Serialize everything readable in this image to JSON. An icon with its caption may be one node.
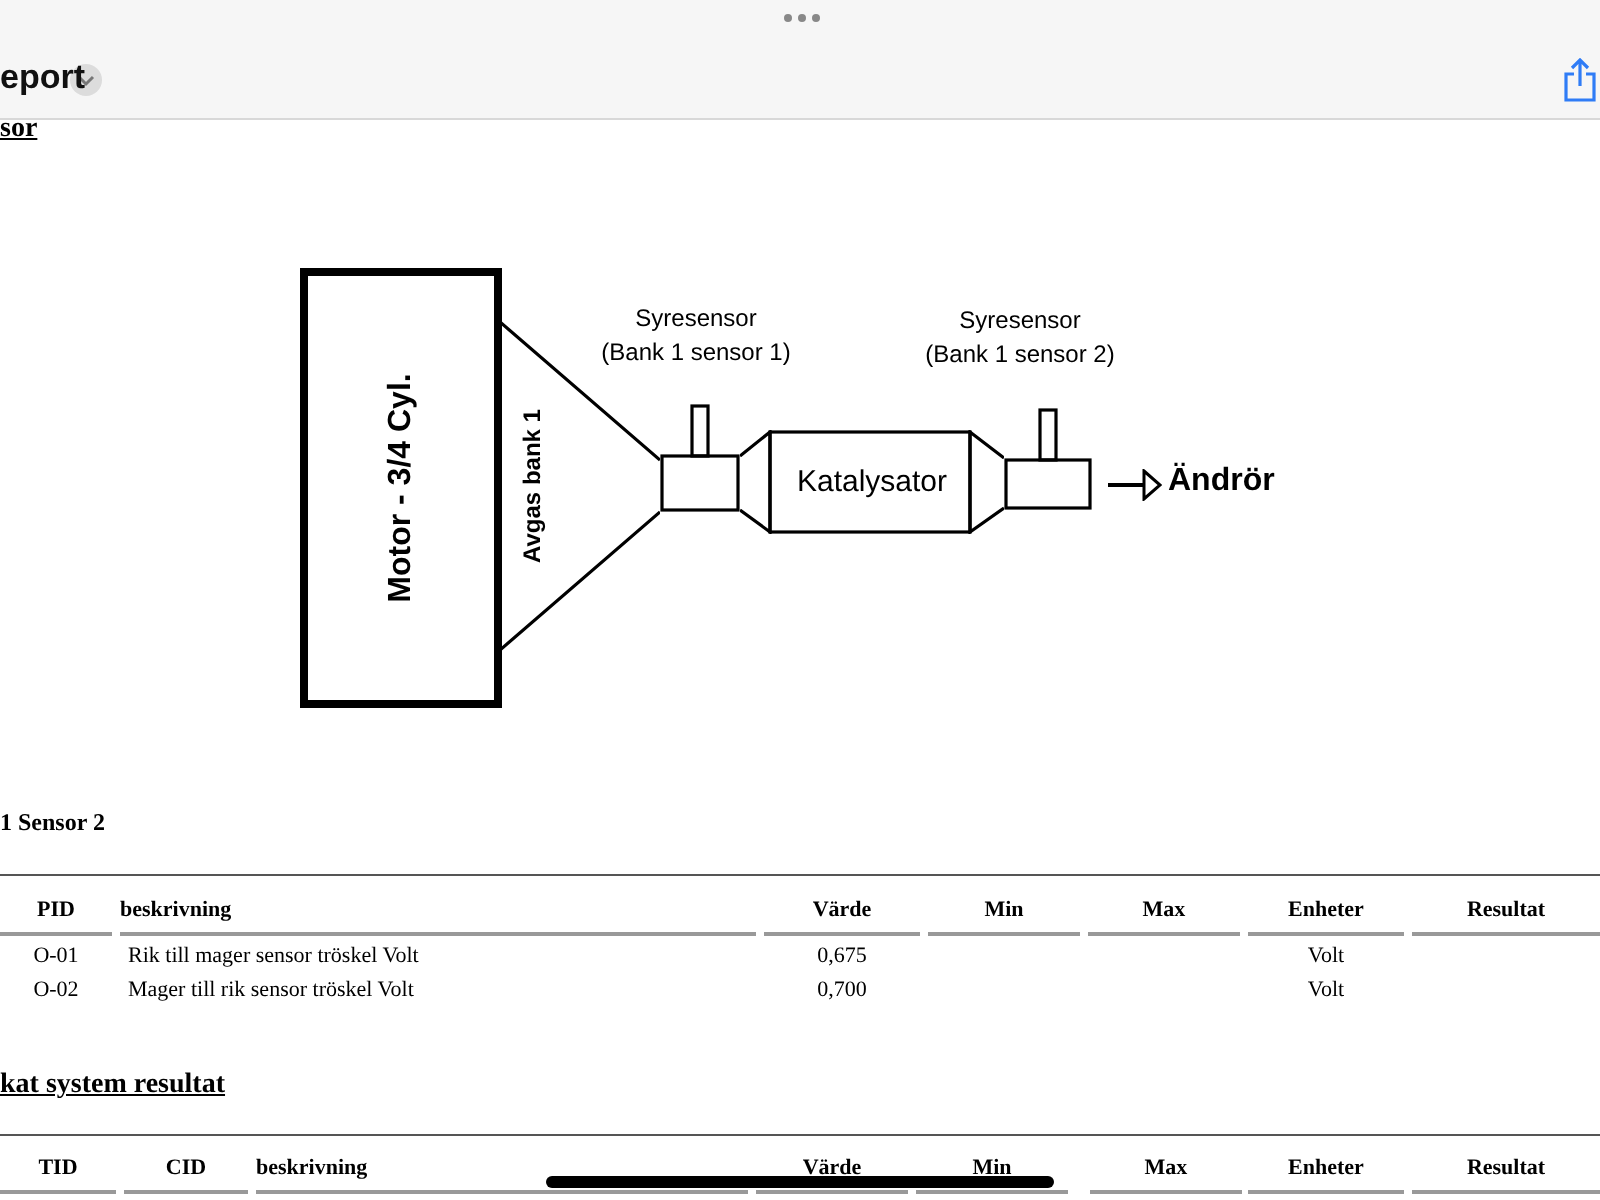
{
  "diagram": {
    "nodes": [
      {
        "text": [
          "Motor - 3/4 Cyl."
        ]
      },
      {
        "text": [
          "Avgas bank 1"
        ]
      },
      {
        "text": [],
        "shape": "box"
      },
      {
        "text": [
          "Katalysator"
        ]
      },
      {
        "text": [],
        "shape": "box"
      },
      {
        "text": [
          "Ändrör"
        ]
      }
    ],
    "edges": [
      {
        "from": 4,
        "to": 5,
        "arrow": "to"
      }
    ],
    "labels": [
      "eport",
      "sor",
      "Syresensor (Bank 1 sensor 1)",
      "Syresensor (Bank 1 sensor 2)",
      "1 Sensor 2",
      "PID",
      "beskrivning",
      "Värde",
      "Min",
      "Max",
      "Enheter",
      "Resultat",
      "O-01",
      "Rik till mager sensor tröskel Volt",
      "0,675",
      "Volt",
      "O-02",
      "Mager till rik sensor tröskel Volt",
      "0,700",
      "Volt",
      "kat system resultat",
      "TID",
      "CID",
      "beskrivning",
      "Värde",
      "Min",
      "Max",
      "Enheter",
      "Resultat"
    ]
  }
}
